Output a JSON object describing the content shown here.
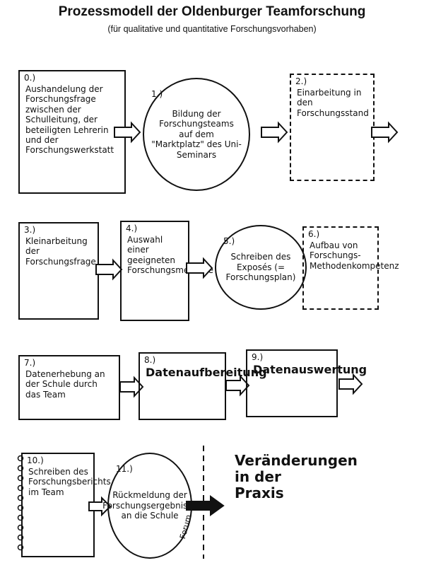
{
  "title": "Prozessmodell der Oldenburger Teamforschung",
  "subtitle": "(für qualitative und quantitative Forschungsvorhaben)",
  "steps": [
    {
      "num": "0.)",
      "text": "Aushandelung der Forschungsfrage zwischen der Schulleitung, der beteiligten Lehrerin und der Forschungswerkstatt"
    },
    {
      "num": "1.)",
      "text": "Bildung der Forschungsteams auf dem \"Marktplatz\" des Uni-Seminars"
    },
    {
      "num": "2.)",
      "text": "Einarbeitung in den Forschungsstand"
    },
    {
      "num": "3.)",
      "text": "Kleinarbeitung der Forschungsfrage"
    },
    {
      "num": "4.)",
      "text": "Auswahl einer geeigneten Forschungsmethode"
    },
    {
      "num": "5.)",
      "text": "Schreiben des Exposés (= Forschungsplan)"
    },
    {
      "num": "6.)",
      "text": "Aufbau von Forschungs-Methodenkompetenz"
    },
    {
      "num": "7.)",
      "text": "Datenerhebung an der Schule durch das Team"
    },
    {
      "num": "8.)",
      "text": "Datenaufbereitung"
    },
    {
      "num": "9.)",
      "text": "Datenauswertung"
    },
    {
      "num": "10.)",
      "text": "Schreiben des Forschungsberichts im Team"
    },
    {
      "num": "11.)",
      "text": "Rückmeldung der Forschungsergebnisse an die Schule"
    }
  ],
  "outcome": "Veränderungen in der Praxis",
  "side_label": "Forum"
}
